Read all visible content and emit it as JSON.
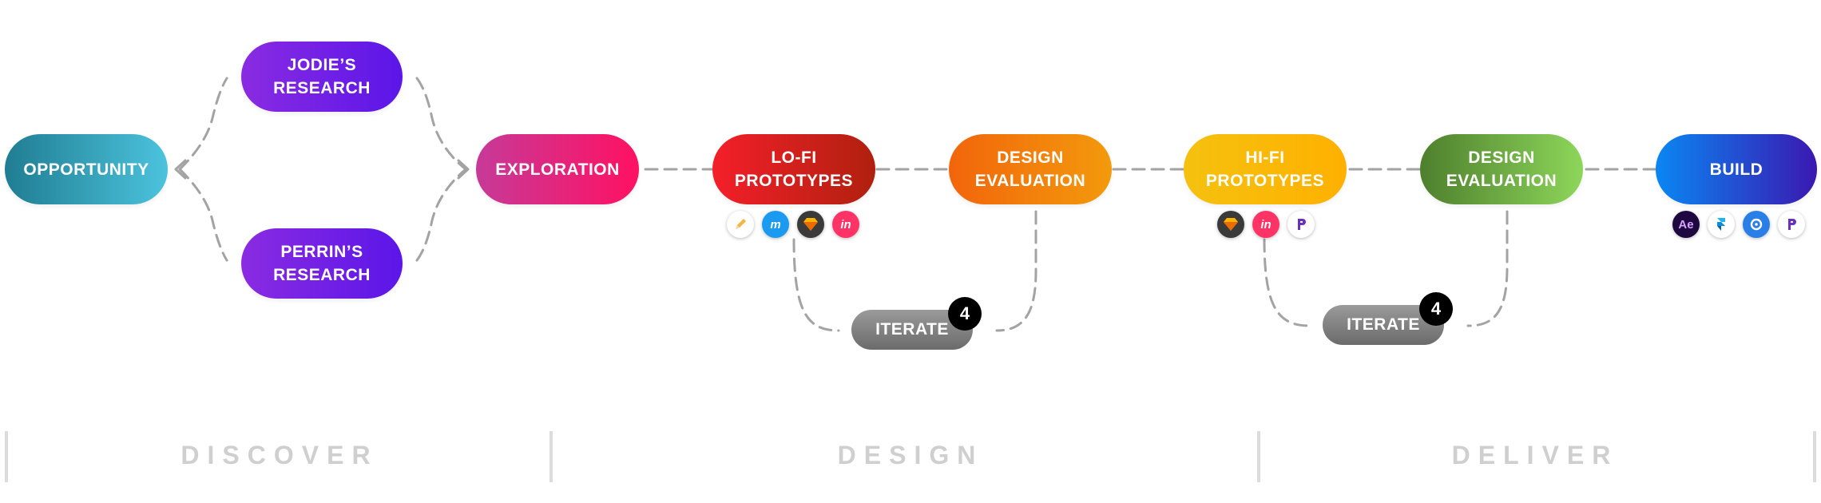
{
  "nodes": {
    "opportunity": {
      "label": "OPPORTUNITY"
    },
    "jodies_research": {
      "line1": "JODIE’S",
      "line2": "RESEARCH"
    },
    "perrins_research": {
      "line1": "PERRIN’S",
      "line2": "RESEARCH"
    },
    "exploration": {
      "label": "EXPLORATION"
    },
    "lofi_prototypes": {
      "line1": "LO-FI",
      "line2": "PROTOTYPES"
    },
    "design_evaluation_1": {
      "line1": "DESIGN",
      "line2": "EVALUATION"
    },
    "hifi_prototypes": {
      "line1": "HI-FI",
      "line2": "PROTOTYPES"
    },
    "design_evaluation_2": {
      "line1": "DESIGN",
      "line2": "EVALUATION"
    },
    "build": {
      "label": "BUILD"
    }
  },
  "iterate_loops": [
    {
      "label": "ITERATE",
      "count": "4"
    },
    {
      "label": "ITERATE",
      "count": "4"
    }
  ],
  "tools": {
    "lofi": [
      "pencil-icon",
      "moqups-icon",
      "sketch-icon",
      "invision-icon"
    ],
    "hifi": [
      "sketch-icon",
      "invision-icon",
      "proto-icon"
    ],
    "build": [
      "after-effects-icon",
      "framer-icon",
      "principle-icon",
      "proto-icon"
    ]
  },
  "icon_text": {
    "invision": "in",
    "after_effects": "Ae"
  },
  "phases": {
    "discover": "DISCOVER",
    "design": "DESIGN",
    "deliver": "DELIVER"
  },
  "colors": {
    "opportunity": [
      "#1f7d92",
      "#4cc3dd"
    ],
    "research": [
      "#8a2be2",
      "#5b16e8"
    ],
    "exploration": [
      "#c63a98",
      "#ff1162"
    ],
    "lofi": [
      "#f41f2a",
      "#b0200e"
    ],
    "design_eval_1": [
      "#f2650b",
      "#f39a0c"
    ],
    "hifi": [
      "#f5c10f",
      "#ffb000"
    ],
    "design_eval_2": [
      "#4e7f2d",
      "#8dd65a"
    ],
    "build": [
      "#0a87f3",
      "#3a18b0"
    ],
    "connector": "#a3a3a3",
    "phase_text": "#cfcfcf"
  }
}
